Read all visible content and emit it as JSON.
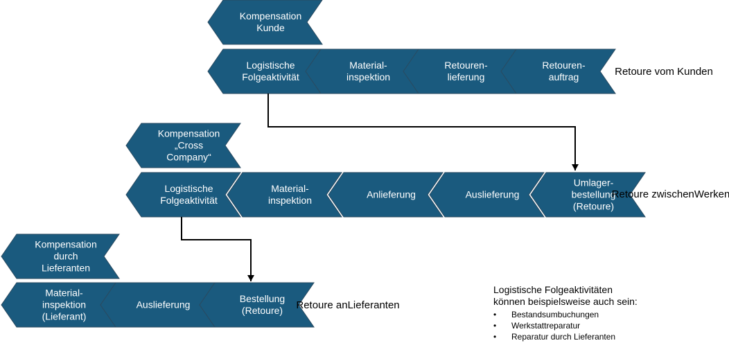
{
  "rows": [
    {
      "compensation": [
        "Kompensation",
        "Kunde"
      ],
      "chevrons": [
        [
          "Logistische",
          "Folgeaktivität"
        ],
        [
          "Material-",
          "inspektion"
        ],
        [
          "Retouren-",
          "lieferung"
        ],
        [
          "Retouren-",
          "auftrag"
        ]
      ],
      "side_label": [
        "Retoure vom Kunden"
      ]
    },
    {
      "compensation": [
        "Kompensation",
        "„Cross",
        "Company“"
      ],
      "chevrons": [
        [
          "Logistische",
          "Folgeaktivität"
        ],
        [
          "Material-",
          "inspektion"
        ],
        [
          "Anlieferung"
        ],
        [
          "Auslieferung"
        ],
        [
          "Umlager-",
          "bestellung",
          "(Retoure)"
        ]
      ],
      "side_label": [
        "Retoure zwischen",
        "Werken"
      ]
    },
    {
      "compensation": [
        "Kompensation",
        "durch",
        "Lieferanten"
      ],
      "chevrons": [
        [
          "Material-",
          "inspektion",
          "(Lieferant)"
        ],
        [
          "Auslieferung"
        ],
        [
          "Bestellung",
          "(Retoure)"
        ]
      ],
      "side_label": [
        "Retoure an",
        "Lieferanten"
      ]
    }
  ],
  "note": {
    "title": [
      "Logistische Folgeaktivitäten",
      "können beispielsweise auch sein:"
    ],
    "items": [
      "Bestandsumbuchungen",
      "Werkstattreparatur",
      "Reparatur durch Lieferanten"
    ]
  },
  "colors": {
    "shape_fill": "#1a5a7e",
    "connector": "#000000"
  }
}
